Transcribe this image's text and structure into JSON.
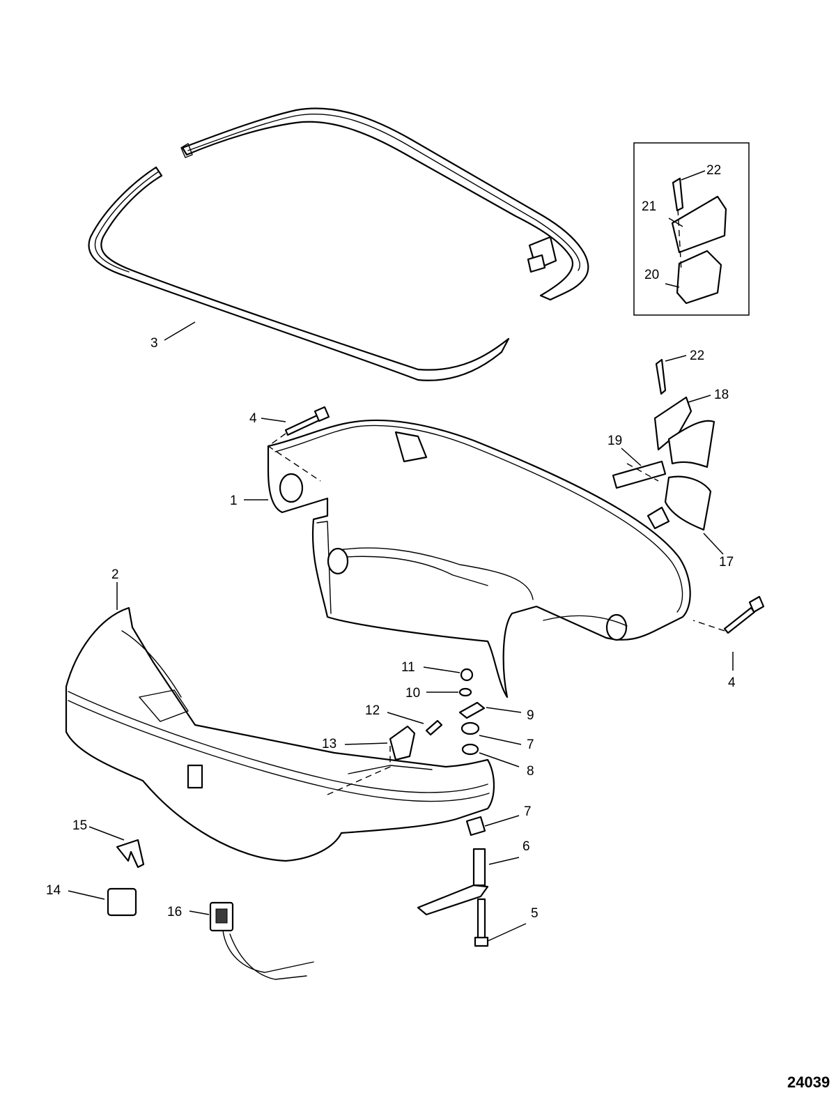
{
  "diagram": {
    "figure_number": "24039",
    "callouts": {
      "c1": "1",
      "c2": "2",
      "c3": "3",
      "c4a": "4",
      "c4b": "4",
      "c5": "5",
      "c6": "6",
      "c7a": "7",
      "c7b": "7",
      "c8": "8",
      "c9": "9",
      "c10": "10",
      "c11": "11",
      "c12": "12",
      "c13": "13",
      "c14": "14",
      "c15": "15",
      "c16": "16",
      "c17": "17",
      "c18": "18",
      "c19": "19",
      "c20": "20",
      "c21": "21",
      "c22a": "22",
      "c22b": "22"
    }
  }
}
